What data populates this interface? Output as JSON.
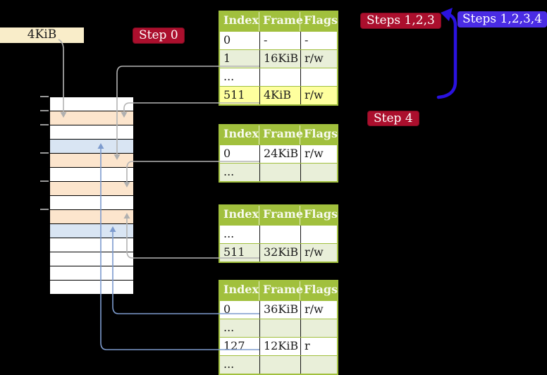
{
  "labels": {
    "frame_size": "4KiB",
    "step0": "Step 0",
    "steps123": "Steps 1,2,3",
    "steps1234": "Steps 1,2,3,4",
    "step4": "Step 4"
  },
  "page_tables": [
    {
      "level": "level-4-table",
      "headers": [
        "Index",
        "Frame",
        "Flags"
      ],
      "rows": [
        {
          "variant": "white",
          "cells": [
            "0",
            "-",
            "-"
          ]
        },
        {
          "variant": "green",
          "cells": [
            "1",
            "16KiB",
            "r/w"
          ]
        },
        {
          "variant": "white",
          "cells": [
            "...",
            "",
            ""
          ]
        },
        {
          "variant": "highlight",
          "cells": [
            "511",
            "4KiB",
            "r/w"
          ]
        }
      ]
    },
    {
      "level": "level-3-table",
      "headers": [
        "Index",
        "Frame",
        "Flags"
      ],
      "rows": [
        {
          "variant": "white",
          "cells": [
            "0",
            "24KiB",
            "r/w"
          ]
        },
        {
          "variant": "green",
          "cells": [
            "...",
            "",
            ""
          ]
        }
      ]
    },
    {
      "level": "level-2-table",
      "headers": [
        "Index",
        "Frame",
        "Flags"
      ],
      "rows": [
        {
          "variant": "white",
          "cells": [
            "...",
            "",
            ""
          ]
        },
        {
          "variant": "green",
          "cells": [
            "511",
            "32KiB",
            "r/w"
          ]
        }
      ]
    },
    {
      "level": "level-1-table",
      "headers": [
        "Index",
        "Frame",
        "Flags"
      ],
      "rows": [
        {
          "variant": "white",
          "cells": [
            "0",
            "36KiB",
            "r/w"
          ]
        },
        {
          "variant": "green",
          "cells": [
            "...",
            "",
            ""
          ]
        },
        {
          "variant": "white",
          "cells": [
            "127",
            "12KiB",
            "r"
          ]
        },
        {
          "variant": "green",
          "cells": [
            "...",
            "",
            ""
          ]
        }
      ]
    }
  ],
  "memory": {
    "rows": [
      {
        "variant": "empty"
      },
      {
        "variant": "pagetable"
      },
      {
        "variant": "empty"
      },
      {
        "variant": "mapped"
      },
      {
        "variant": "pagetable"
      },
      {
        "variant": "empty"
      },
      {
        "variant": "pagetable"
      },
      {
        "variant": "empty"
      },
      {
        "variant": "pagetable"
      },
      {
        "variant": "mapped"
      },
      {
        "variant": "empty"
      },
      {
        "variant": "empty"
      },
      {
        "variant": "empty"
      },
      {
        "variant": "empty"
      }
    ]
  },
  "colors": {
    "background": "#000000",
    "label_cream_bg": "#f9edc9",
    "label_red_bg": "#ab0f2d",
    "label_violet_bg": "#4a2ce4",
    "table_header_green": "#a1c03d",
    "table_row_green": "#e9efd9",
    "table_row_highlight": "#feff9e",
    "memory_pagetable_row": "#fce5cd",
    "memory_mapped_row": "#d9e5f3",
    "connector_gray": "#b4b4b4",
    "connector_blue": "#7d9bce",
    "big_arrow_blue": "#2a12e0"
  }
}
